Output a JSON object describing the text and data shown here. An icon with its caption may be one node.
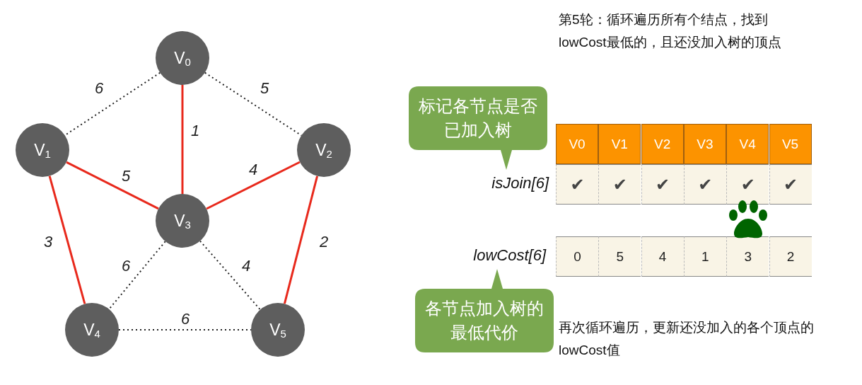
{
  "diagram": {
    "nodes": [
      {
        "text": [
          "V$_{0}$"
        ]
      },
      {
        "text": [
          "V$_{1}$"
        ]
      },
      {
        "text": [
          "V$_{2}$"
        ]
      },
      {
        "text": [
          "V$_{3}$"
        ]
      },
      {
        "text": [
          "V$_{4}$"
        ]
      },
      {
        "text": [
          "V$_{5}$"
        ]
      },
      {
        "text": [
          "标记各节点是否已加入树"
        ]
      },
      {
        "text": [
          "各节点加入树的最低代价"
        ]
      }
    ],
    "edges": [
      {
        "from": 0,
        "to": 1,
        "arrow": "none",
        "label": "6",
        "style": "dashed"
      },
      {
        "from": 0,
        "to": 3,
        "arrow": "none",
        "label": "1",
        "color": "#e8291c"
      },
      {
        "from": 0,
        "to": 2,
        "arrow": "none",
        "label": "5",
        "style": "dashed"
      },
      {
        "from": 1,
        "to": 3,
        "arrow": "none",
        "label": "5",
        "color": "#e8291c"
      },
      {
        "from": 3,
        "to": 2,
        "arrow": "none",
        "label": "4",
        "color": "#e8291c"
      },
      {
        "from": 1,
        "to": 4,
        "arrow": "none",
        "label": "3",
        "color": "#e8291c"
      },
      {
        "from": 2,
        "to": 5,
        "arrow": "none",
        "label": "2",
        "color": "#e8291c"
      },
      {
        "from": 3,
        "to": 4,
        "arrow": "none",
        "label": "6",
        "style": "dashed"
      },
      {
        "from": 3,
        "to": 5,
        "arrow": "none",
        "label": "4",
        "style": "dashed"
      },
      {
        "from": 4,
        "to": 5,
        "arrow": "none",
        "label": "6",
        "style": "dashed"
      }
    ],
    "labels": [
      "第5轮：循环遍历所有个结点，找到lowCost最低的，且还没加入树的顶点",
      "V0",
      "V1",
      "V2",
      "V3",
      "V4",
      "V5",
      "isJoin[6]",
      "✔",
      "✔",
      "✔",
      "✔",
      "✔",
      "✔",
      "lowCost[6]",
      "0",
      "5",
      "4",
      "1",
      "3",
      "2",
      "再次循环遍历，更新还没加入的各个顶点的lowCost值"
    ]
  }
}
